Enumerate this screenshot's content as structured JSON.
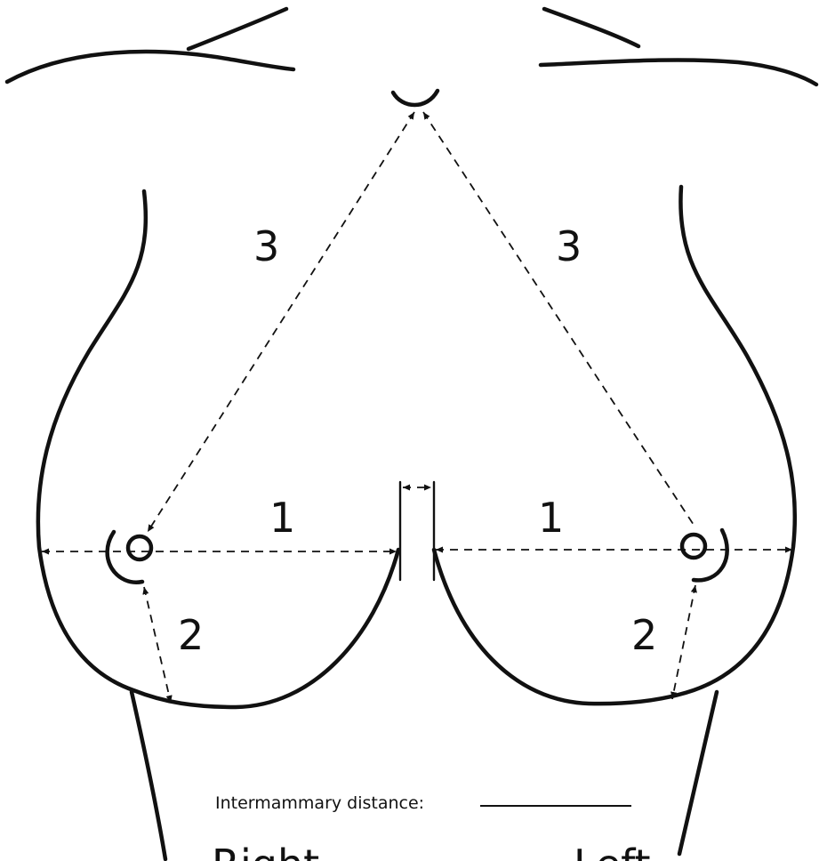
{
  "labels": {
    "lateral_to_nipple": "1",
    "nipple_to_fold": "2",
    "notch_to_nipple": "3"
  },
  "caption": "Intermammary distance:",
  "side_labels": {
    "right": "Right",
    "left": "Left"
  },
  "colors": {
    "line": "#111111",
    "background": "#ffffff"
  }
}
